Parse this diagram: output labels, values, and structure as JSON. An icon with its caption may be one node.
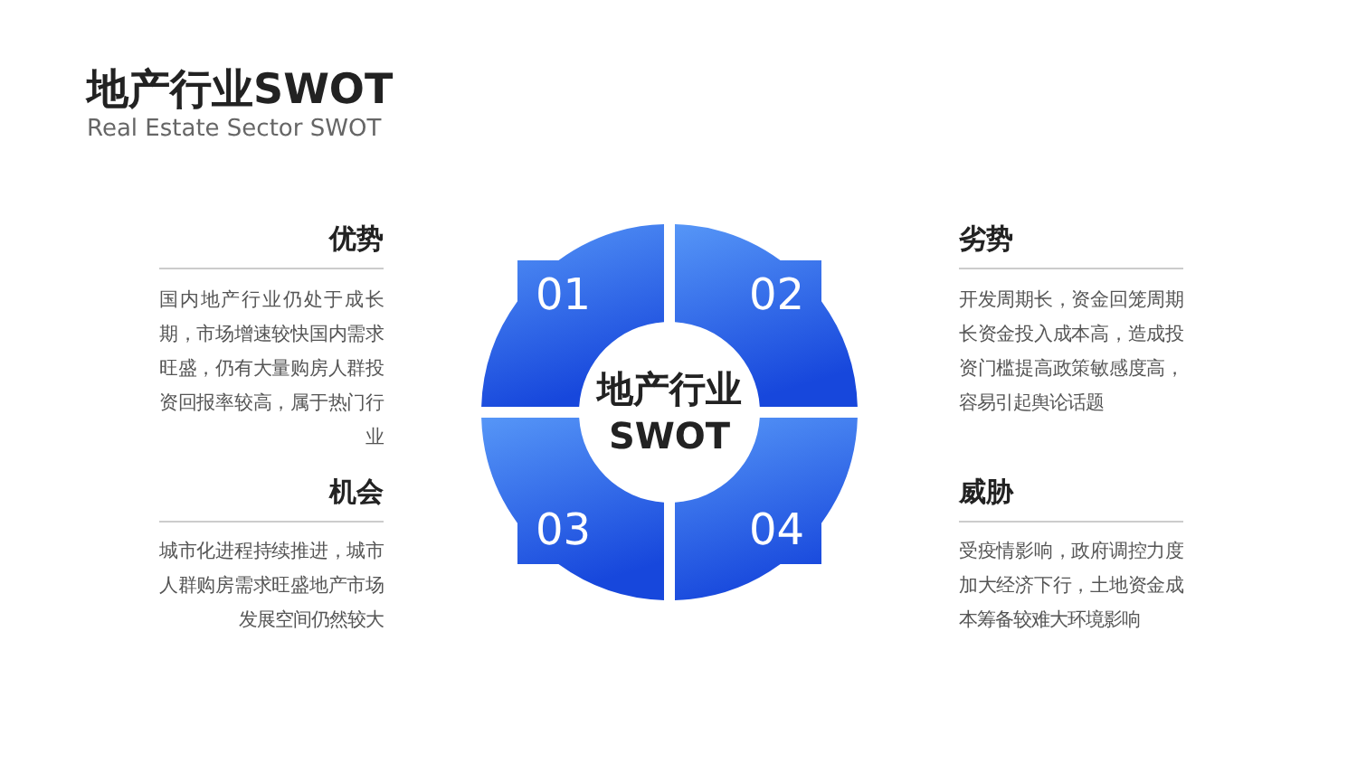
{
  "diagram": {
    "title": "地产行业SWOT",
    "nodes": [
      {
        "text": [
          "地产行业SWOT"
        ]
      },
      {
        "text": [
          "01"
        ]
      },
      {
        "text": [
          "02"
        ]
      },
      {
        "text": [
          "03"
        ]
      },
      {
        "text": [
          "04"
        ]
      }
    ],
    "labels": [
      "Real Estate Sector SWOT",
      "优势",
      "国内地产行业仍处于成长期，市场增速较快国内需求旺盛，仍有大量购房人群投资回报率较高，属于热门行业",
      "劣势",
      "开发周期长，资金回笼周期长资金投入成本高，造成投资门槛提高政策敏感度高，容易引起舆论话题",
      "机会",
      "城市化进程持续推进，城市人群购房需求旺盛地产市场发展空间仍然较大",
      "威胁",
      "受疫情影响，政府调控力度加大经济下行，土地资金成本筹备较难大环境影响"
    ]
  }
}
